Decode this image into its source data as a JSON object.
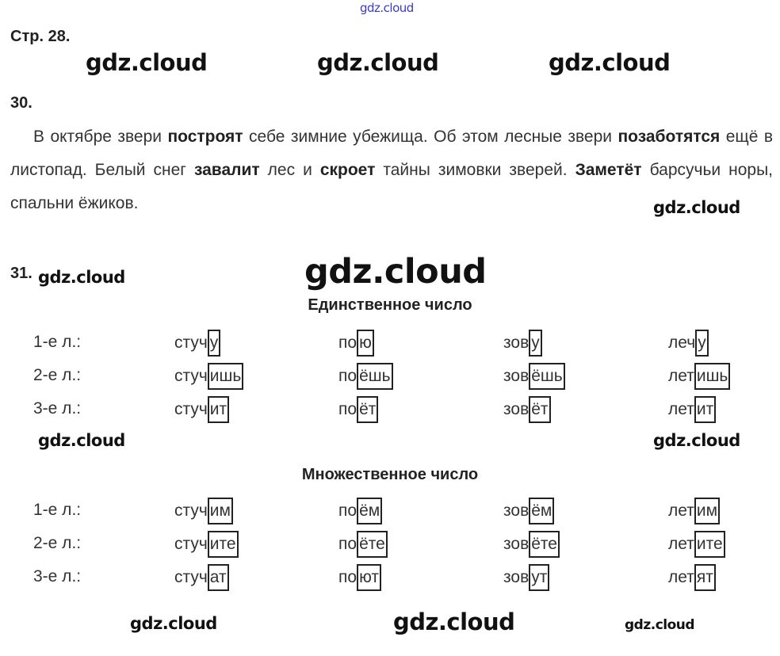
{
  "page_label": "Стр. 28.",
  "ex30": {
    "number": "30.",
    "text": [
      {
        "t": "В октябре звери ",
        "b": false
      },
      {
        "t": "построят",
        "b": true
      },
      {
        "t": " себе зимние убежища. Об этом лесные звери ",
        "b": false
      },
      {
        "t": "позаботятся",
        "b": true
      },
      {
        "t": " ещё в листопад. Белый снег ",
        "b": false
      },
      {
        "t": "завалит",
        "b": true
      },
      {
        "t": " лес и ",
        "b": false
      },
      {
        "t": "скроет",
        "b": true
      },
      {
        "t": " тайны зимовки ",
        "b": false
      },
      {
        "t": "зверей. ",
        "b": false
      },
      {
        "t": "Заметёт",
        "b": true
      },
      {
        "t": " барсучьи норы, спальни ёжиков.",
        "b": false
      }
    ]
  },
  "ex31": {
    "number": "31.",
    "singular": {
      "title": "Единственное число",
      "rows": [
        {
          "label": "1-е л.:",
          "words": [
            [
              "стуч",
              "у"
            ],
            [
              "по",
              "ю"
            ],
            [
              "зов",
              "у"
            ],
            [
              "леч",
              "у"
            ]
          ]
        },
        {
          "label": "2-е л.:",
          "words": [
            [
              "стуч",
              "ишь"
            ],
            [
              "по",
              "ёшь"
            ],
            [
              "зов",
              "ёшь"
            ],
            [
              "лет",
              "ишь"
            ]
          ]
        },
        {
          "label": "3-е л.:",
          "words": [
            [
              "стуч",
              "ит"
            ],
            [
              "по",
              "ёт"
            ],
            [
              "зов",
              "ёт"
            ],
            [
              "лет",
              "ит"
            ]
          ]
        }
      ]
    },
    "plural": {
      "title": "Множественное число",
      "rows": [
        {
          "label": "1-е л.:",
          "words": [
            [
              "стуч",
              "им"
            ],
            [
              "по",
              "ём"
            ],
            [
              "зов",
              "ём"
            ],
            [
              "лет",
              "им"
            ]
          ]
        },
        {
          "label": "2-е л.:",
          "words": [
            [
              "стуч",
              "ите"
            ],
            [
              "по",
              "ёте"
            ],
            [
              "зов",
              "ёте"
            ],
            [
              "лет",
              "ите"
            ]
          ]
        },
        {
          "label": "3-е л.:",
          "words": [
            [
              "стуч",
              "ат"
            ],
            [
              "по",
              "ют"
            ],
            [
              "зов",
              "ут"
            ],
            [
              "лет",
              "ят"
            ]
          ]
        }
      ]
    }
  },
  "watermarks": [
    "gdz.cloud",
    "gdz.cloud",
    "gdz.cloud",
    "gdz.cloud",
    "gdz.cloud",
    "gdz.cloud",
    "gdz.cloud",
    "gdz.cloud",
    "gdz.cloud",
    "gdz.cloud",
    "gdz.cloud",
    "gdz.cloud"
  ]
}
